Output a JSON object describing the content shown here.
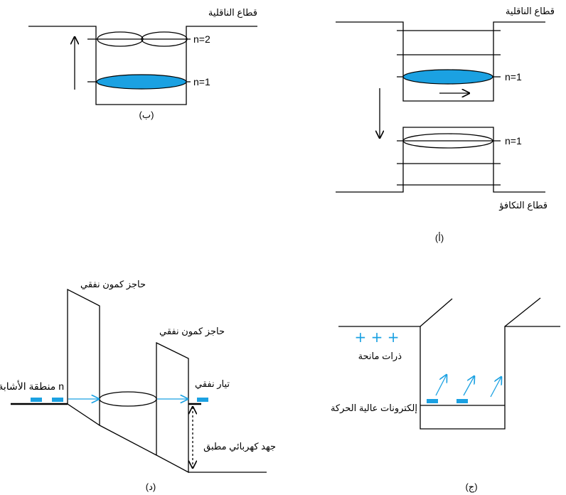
{
  "panel_a": {
    "caption": "(أ)",
    "conduction_band": "قطاع الناقلية",
    "valence_band": "قطاع التكافؤ",
    "level_upper": "n=1",
    "level_lower": "n=1",
    "colors": {
      "electron_fill": "#1ba1e2",
      "line": "#000000"
    }
  },
  "panel_b": {
    "caption": "(ب)",
    "conduction_band": "قطاع الناقلية",
    "level_2": "n=2",
    "level_1": "n=1"
  },
  "panel_c": {
    "caption": "(ج)",
    "plus_signs": "+ + +",
    "donor_atoms": "ذرات مانحة",
    "mobile_electrons": "إلكترونات عالية الحركة"
  },
  "panel_d": {
    "caption": "(د)",
    "barrier_1": "حاجز كمون نفقي",
    "barrier_2": "حاجز كمون نفقي",
    "doping_region": "منطقة الأشابة n",
    "tunnel_current": "تيار نفقي",
    "applied_voltage": "جهد كهربائي مطبق"
  }
}
